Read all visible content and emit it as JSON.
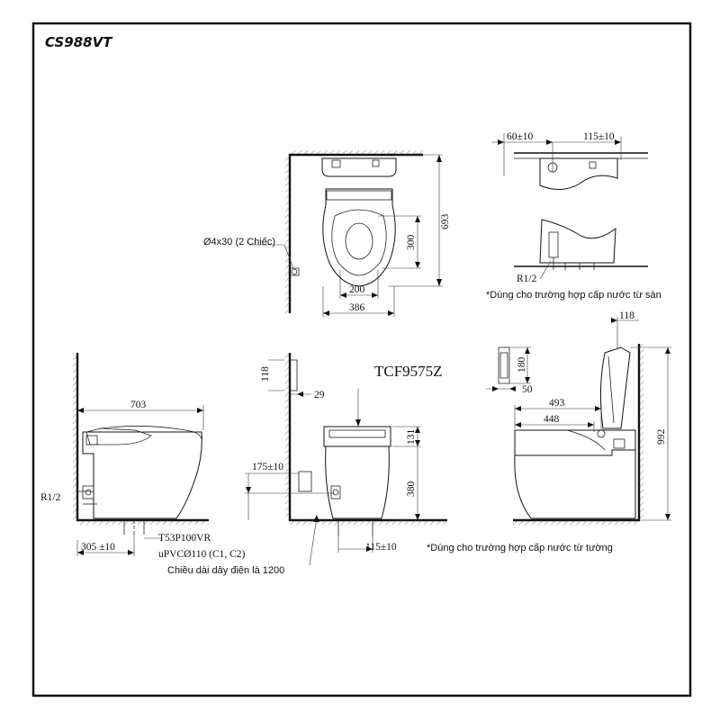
{
  "title": "CS988VT",
  "top_view": {
    "fixing_label": "Ø4x30 (2 Chiếc)",
    "dim_693": "693",
    "dim_300": "300",
    "dim_200": "200",
    "dim_386": "386"
  },
  "floor_supply_detail": {
    "dim_60": "60±10",
    "dim_115": "115±10",
    "pipe_label": "R1/2",
    "note": "*Dùng cho trường hợp cấp nước từ sàn"
  },
  "side_view_left": {
    "dim_703": "703",
    "pipe_label": "R1/2",
    "part_label": "T53P100VR",
    "pipe_spec": "uPVCØ110 (C1, C2)",
    "dim_305": "305 ±10"
  },
  "front_view": {
    "dim_118_label": "118",
    "dim_29": "29",
    "model_label": "TCF9575Z",
    "dim_131": "131",
    "dim_380": "380",
    "dim_175": "175±10",
    "dim_115": "115±10",
    "cable_note": "Chiều dài dây điện là 1200"
  },
  "side_view_right": {
    "dim_180": "180",
    "dim_50": "50",
    "dim_118_label": "118",
    "dim_493": "493",
    "dim_448": "448",
    "dim_992": "992",
    "note": "*Dùng cho trường hợp cấp nước từ tường"
  }
}
